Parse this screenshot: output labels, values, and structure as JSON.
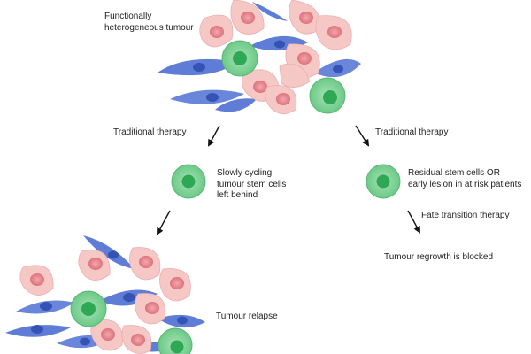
{
  "labels": {
    "top_line1": "Functionally",
    "top_line2": "heterogeneous tumour",
    "left_therapy": "Traditional therapy",
    "right_therapy": "Traditional therapy",
    "slow_line1": "Slowly cycling",
    "slow_line2": "tumour stem cells",
    "slow_line3": "left behind",
    "residual_line1": "Residual stem cells OR",
    "residual_line2": "early lesion in at risk patients",
    "fate_transition": "Fate transition therapy",
    "blocked": "Tumour regrowth is blocked",
    "relapse": "Tumour relapse"
  },
  "colors": {
    "stem_cell": "#7fd497",
    "stem_nucleus": "#2fa855",
    "pink_cell": "#f6c8c5",
    "pink_nucleus": "#e8838a",
    "blue_cell": "#5f7dd6",
    "blue_nucleus": "#3453b4"
  }
}
